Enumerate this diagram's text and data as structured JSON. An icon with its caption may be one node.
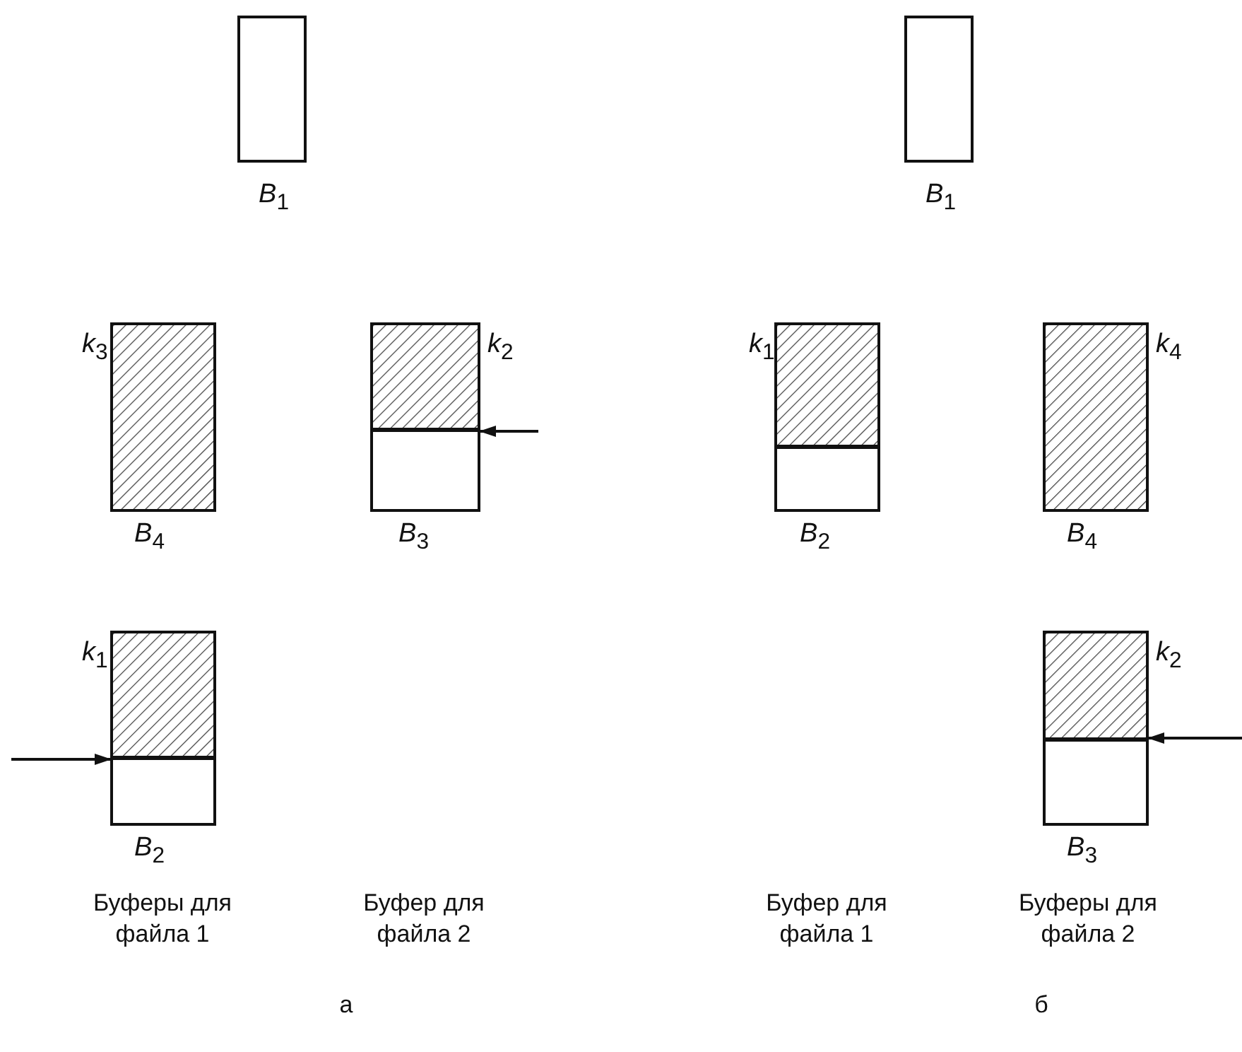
{
  "diagram": {
    "nodes": [
      {
        "text": [],
        "shape": "box",
        "beside": [
          "*B*$_{1}$"
        ]
      },
      {
        "text": [],
        "shape": "box",
        "beside": [
          "*k*$_{3}$",
          "*B*$_{4}$"
        ]
      },
      {
        "text": [],
        "shape": "box",
        "beside": [
          "*k*$_{2}$",
          "*B*$_{3}$"
        ]
      },
      {
        "text": [],
        "shape": "box",
        "beside": [
          "*k*$_{1}$",
          "*B*$_{2}$"
        ]
      },
      {
        "text": [],
        "shape": "box",
        "beside": [
          "*B*$_{1}$"
        ]
      },
      {
        "text": [],
        "shape": "box",
        "beside": [
          "*k*$_{1}$",
          "*B*$_{2}$"
        ]
      },
      {
        "text": [],
        "shape": "box",
        "beside": [
          "*k*$_{4}$",
          "*B*$_{4}$"
        ]
      },
      {
        "text": [],
        "shape": "box",
        "beside": [
          "*k*$_{2}$",
          "*B*$_{3}$"
        ]
      }
    ],
    "edges": [
      {
        "from": null,
        "to": 2,
        "arrow": "to"
      },
      {
        "from": null,
        "to": 3,
        "arrow": "to"
      },
      {
        "from": null,
        "to": 7,
        "arrow": "to"
      }
    ],
    "labels": [
      "Буферы для файла 1",
      "Буфер для файла 2",
      "Буфер для файла 1",
      "Буферы для файла 2",
      "а",
      "б"
    ]
  }
}
